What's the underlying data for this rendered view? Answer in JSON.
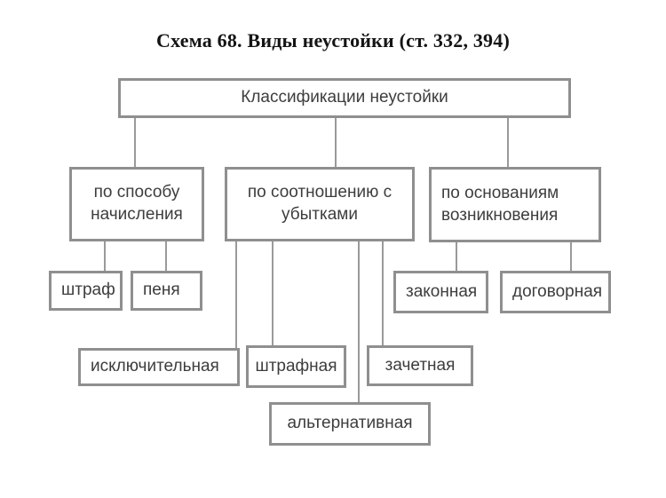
{
  "title": "Схема 68. Виды неустойки (ст. 332, 394)",
  "nodes": {
    "root": "Классификации неустойки",
    "by_method": "по способу начисления",
    "by_relation": "по соотношению с убытками",
    "by_grounds": "по основаниям возникновения",
    "fine": "штраф",
    "penya": "пеня",
    "legal": "законная",
    "contractual": "договорная",
    "exclusive": "исключительная",
    "punitive": "штрафная",
    "offset": "зачетная",
    "alternative": "альтернативная"
  },
  "colors": {
    "background": "#ffffff",
    "box_border": "#8f8f8f",
    "box_fill": "#ffffff",
    "box_text": "#3d3d3d",
    "connector": "#9a9a9a",
    "title_text": "#141414"
  }
}
